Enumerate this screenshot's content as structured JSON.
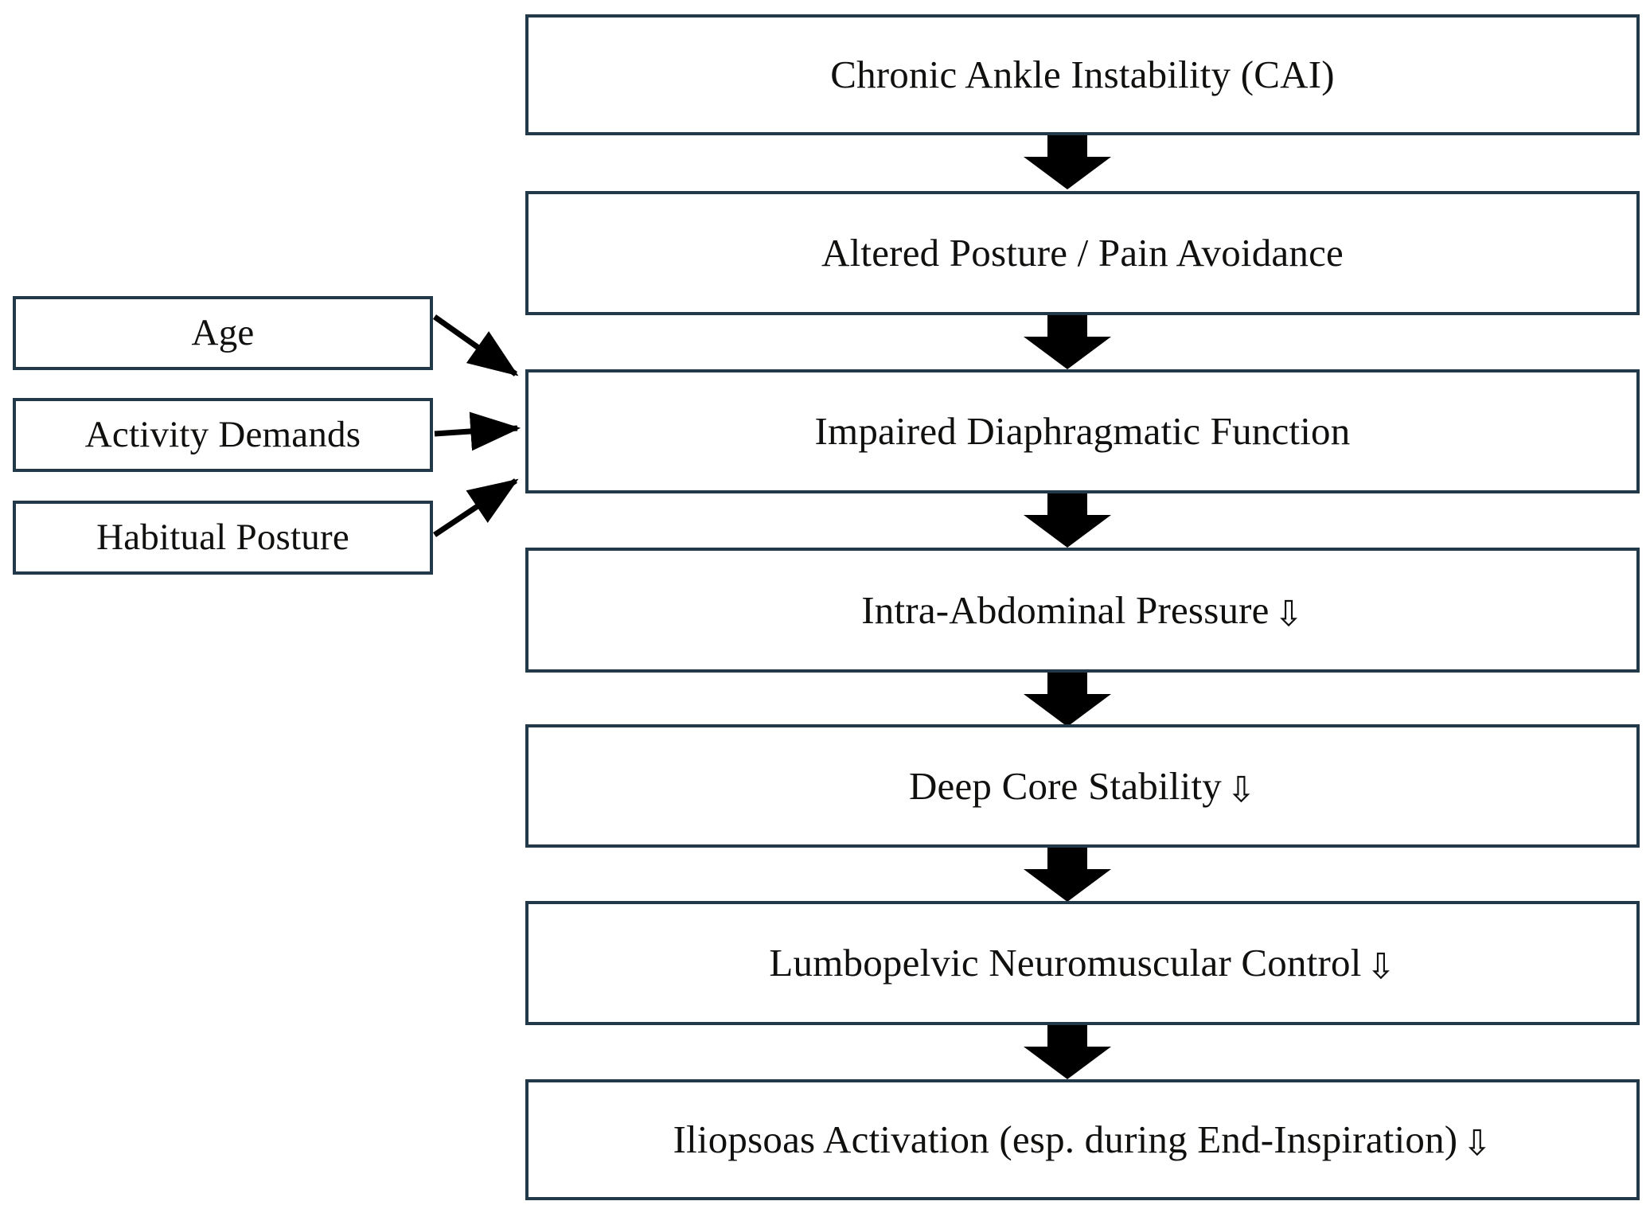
{
  "diagram": {
    "title": "Chronic Ankle Instability pathway flowchart",
    "type": "flowchart",
    "colors": {
      "box_border": "#22394a",
      "box_fill": "#ffffff",
      "text": "#10100f",
      "connector_arrow": "#000000"
    },
    "down_glyph": "⇩",
    "main_chain": [
      {
        "id": "cai",
        "text": "Chronic Ankle Instability (CAI)",
        "has_down_glyph": false
      },
      {
        "id": "altered-posture",
        "text": "Altered Posture / Pain Avoidance",
        "has_down_glyph": false
      },
      {
        "id": "impaired-diaphragm",
        "text": "Impaired Diaphragmatic Function",
        "has_down_glyph": false
      },
      {
        "id": "intra-abdominal-pressure",
        "text": "Intra-Abdominal Pressure",
        "has_down_glyph": true
      },
      {
        "id": "deep-core-stability",
        "text": "Deep Core Stability",
        "has_down_glyph": true
      },
      {
        "id": "lumbopelvic-control",
        "text": "Lumbopelvic Neuromuscular Control",
        "has_down_glyph": true
      },
      {
        "id": "iliopsoas-activation",
        "text": "Iliopsoas Activation (esp. during End-Inspiration)",
        "has_down_glyph": true
      }
    ],
    "modifiers": [
      {
        "id": "age",
        "text": "Age"
      },
      {
        "id": "activity-demands",
        "text": "Activity Demands"
      },
      {
        "id": "habitual-posture",
        "text": "Habitual Posture"
      }
    ],
    "edges": [
      {
        "from": "cai",
        "to": "altered-posture",
        "style": "block-arrow-down"
      },
      {
        "from": "altered-posture",
        "to": "impaired-diaphragm",
        "style": "block-arrow-down"
      },
      {
        "from": "impaired-diaphragm",
        "to": "intra-abdominal-pressure",
        "style": "block-arrow-down"
      },
      {
        "from": "intra-abdominal-pressure",
        "to": "deep-core-stability",
        "style": "block-arrow-down"
      },
      {
        "from": "deep-core-stability",
        "to": "lumbopelvic-control",
        "style": "block-arrow-down"
      },
      {
        "from": "lumbopelvic-control",
        "to": "iliopsoas-activation",
        "style": "block-arrow-down"
      },
      {
        "from": "age",
        "to": "impaired-diaphragm",
        "style": "thin-arrow"
      },
      {
        "from": "activity-demands",
        "to": "impaired-diaphragm",
        "style": "thin-arrow"
      },
      {
        "from": "habitual-posture",
        "to": "impaired-diaphragm",
        "style": "thin-arrow"
      }
    ]
  }
}
